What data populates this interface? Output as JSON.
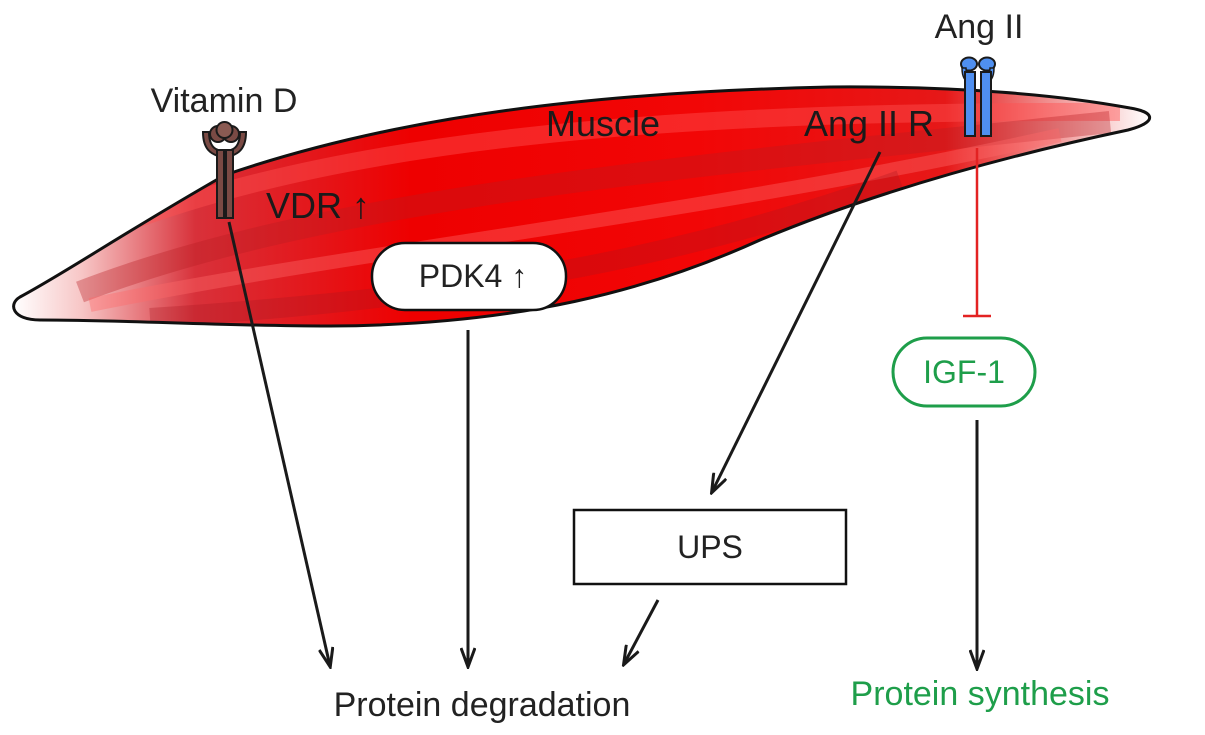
{
  "labels": {
    "vitamin_d": "Vitamin D",
    "ang_ii": "Ang II",
    "muscle": "Muscle",
    "ang_ii_r": "Ang II R",
    "vdr": "VDR ↑",
    "pdk4": "PDK4 ↑",
    "igf1": "IGF-1",
    "ups": "UPS",
    "protein_degradation": "Protein degradation",
    "protein_synthesis": "Protein synthesis"
  },
  "colors": {
    "muscle": "#ee0000",
    "muscle_dark": "#b81c22",
    "vdr_receptor": "#7a4a44",
    "angii_receptor": "#4f8ff0",
    "inhibition": "#e32222",
    "synthesis_green": "#1e9e4a",
    "arrow": "#1a1a1a"
  },
  "edges": [
    {
      "from": "vdr",
      "to": "protein_degradation",
      "type": "activation"
    },
    {
      "from": "pdk4",
      "to": "protein_degradation",
      "type": "activation"
    },
    {
      "from": "ang_ii_r",
      "to": "ups",
      "type": "activation"
    },
    {
      "from": "ups",
      "to": "protein_degradation",
      "type": "activation"
    },
    {
      "from": "ang_ii_r",
      "to": "igf1",
      "type": "inhibition"
    },
    {
      "from": "igf1",
      "to": "protein_synthesis",
      "type": "activation"
    }
  ]
}
